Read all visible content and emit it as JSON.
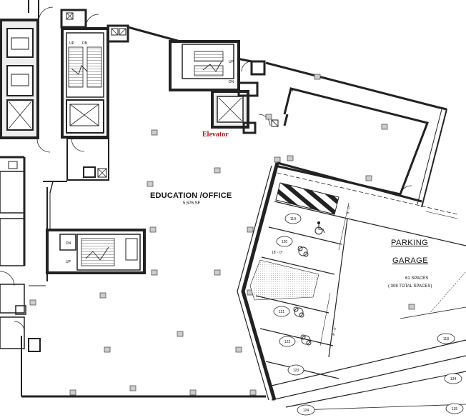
{
  "plan": {
    "education_office": {
      "title": "EDUCATION /OFFICE",
      "area": "5,576 SF"
    },
    "elevator_label": "Elevator",
    "garage": {
      "title_line1": "PARKING",
      "title_line2": "GARAGE",
      "spaces": "61    SPACES",
      "total_spaces": "( 308 TOTAL SPACES)"
    },
    "stair_labels": {
      "up": "UP",
      "dn": "DN"
    },
    "parking_stalls": [
      "118",
      "119",
      "120",
      "121",
      "122",
      "123",
      "124",
      "134",
      "135"
    ],
    "dimension_labels": [
      "9' - 0\"",
      "18' - 0\"",
      "9' - 0\""
    ],
    "accent_color": "#b8141a"
  }
}
